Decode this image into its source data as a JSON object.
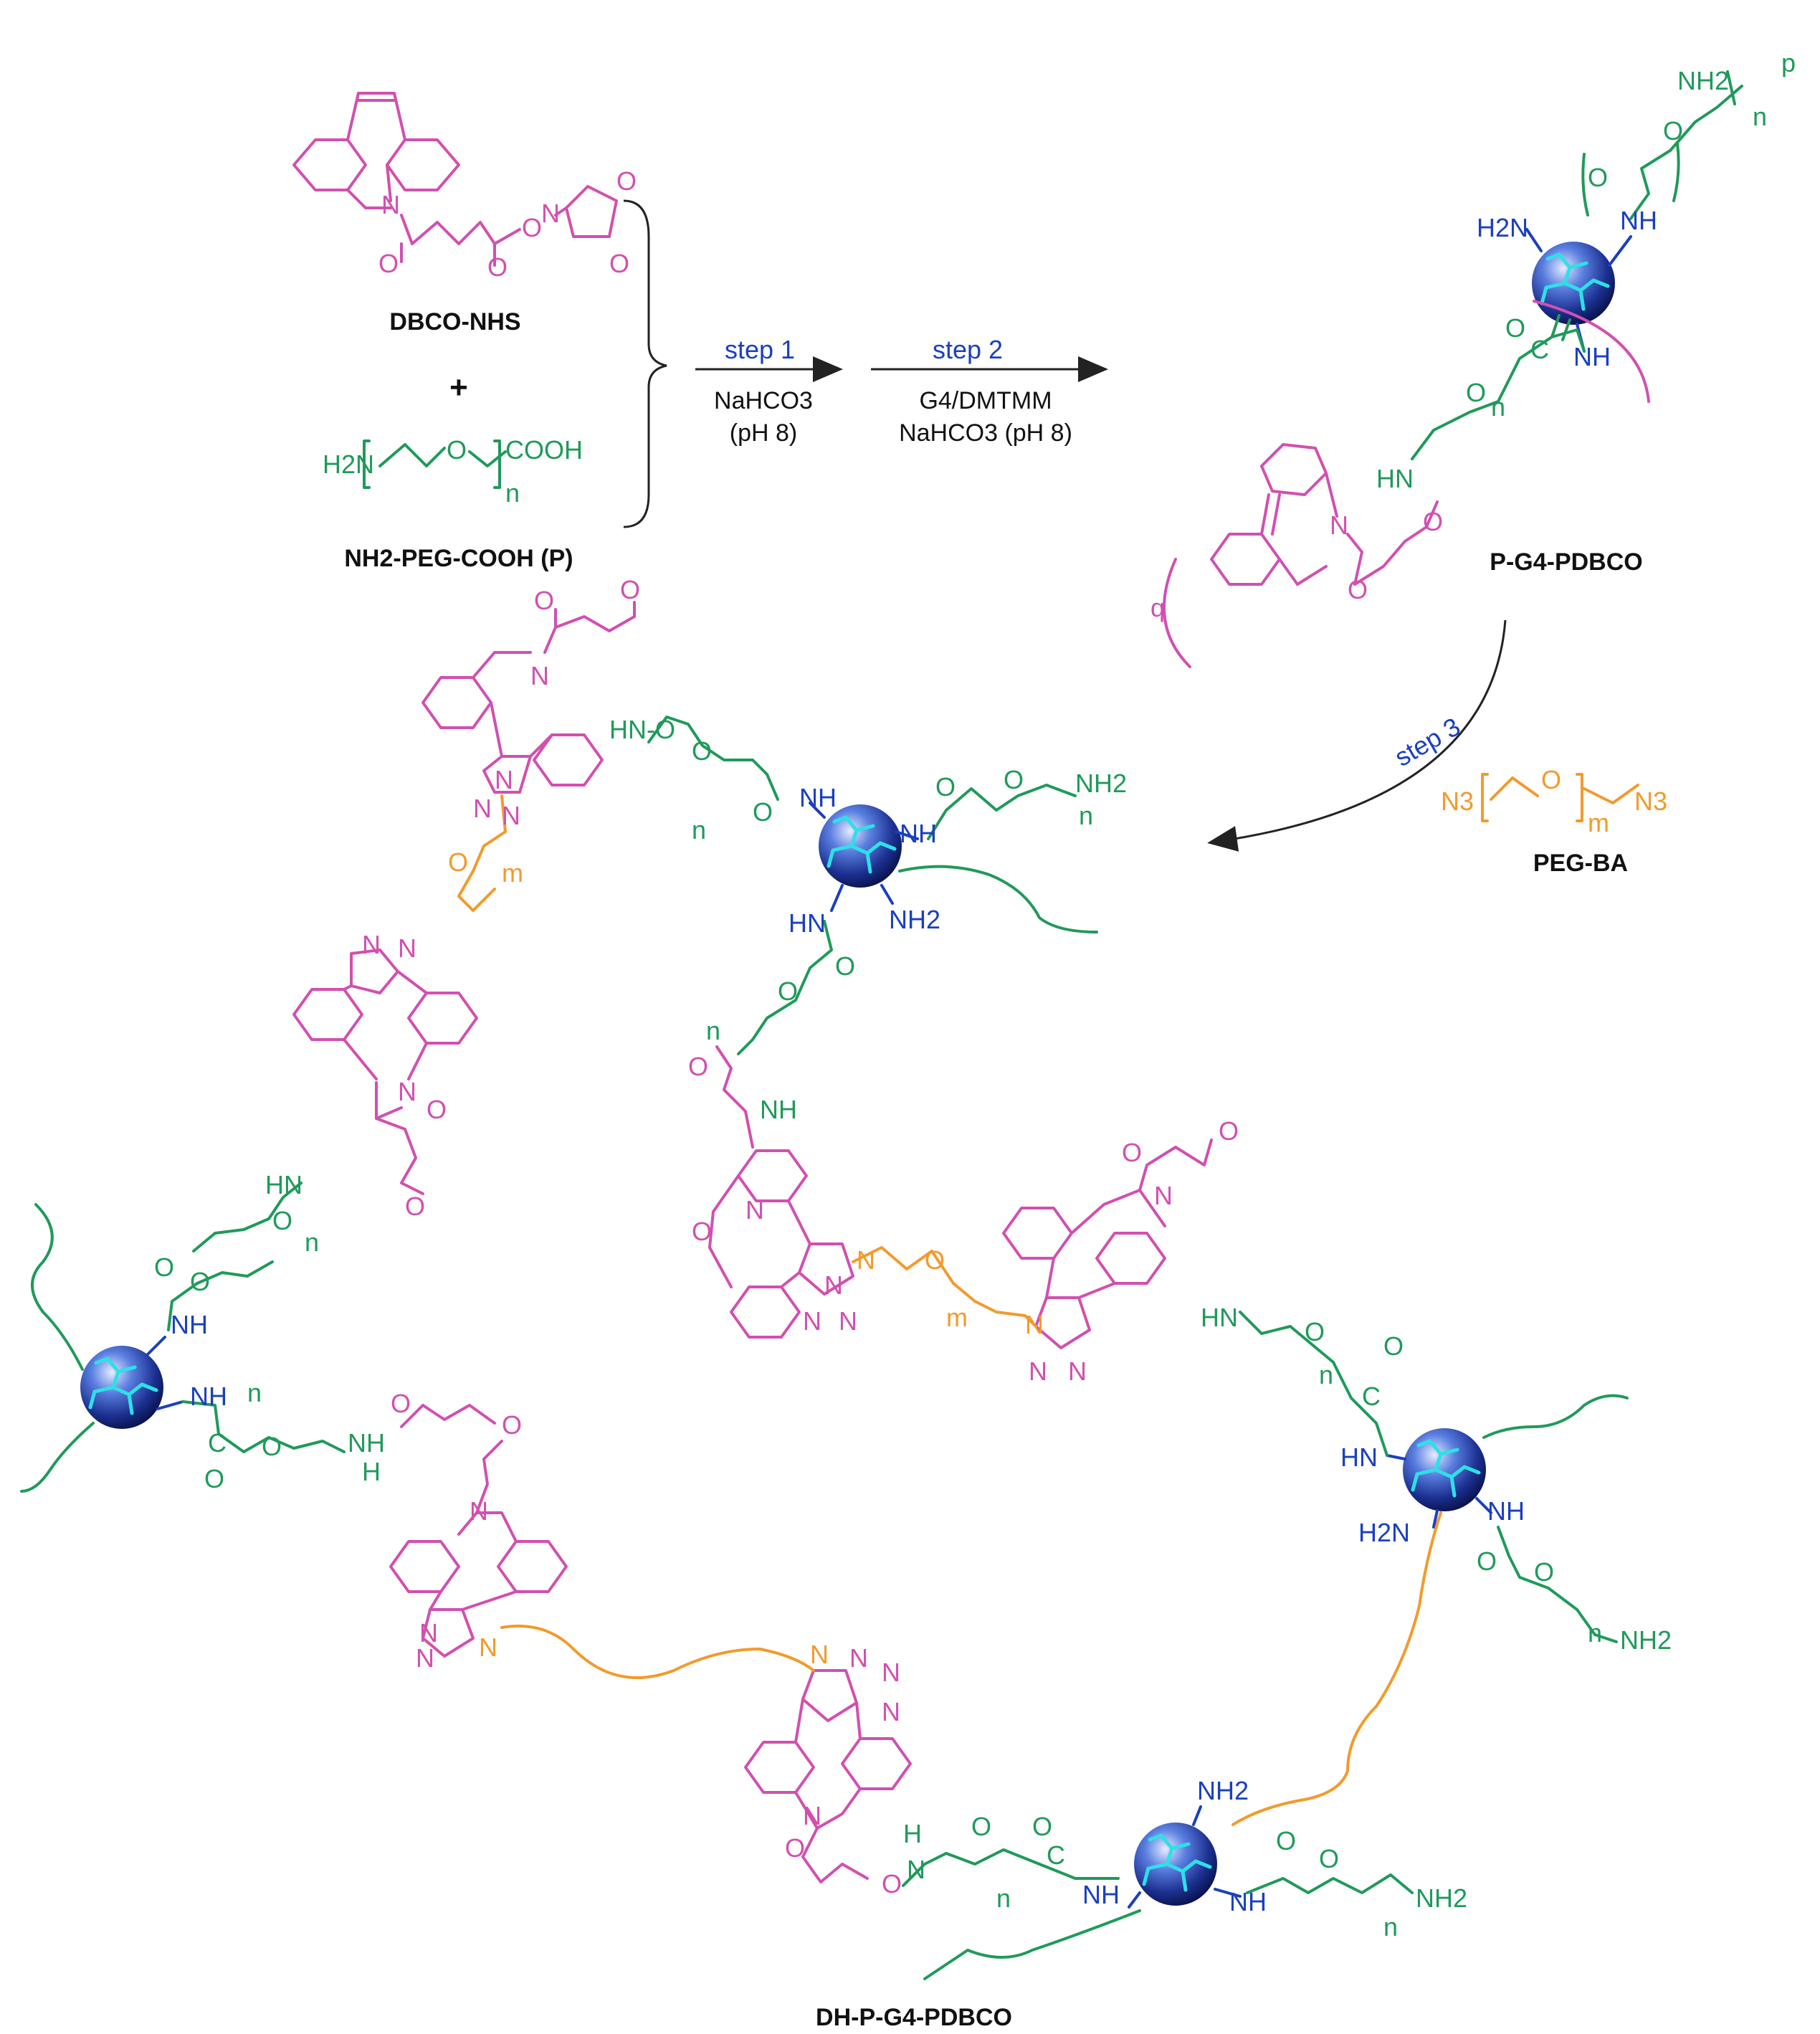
{
  "reactants": {
    "dbco_nhs": "DBCO-NHS",
    "plus": "+",
    "peg_formula_prefix": "H2N",
    "peg_formula_o": "O",
    "peg_formula_suffix": "COOH",
    "peg_formula_n": "n",
    "peg_label": "NH2-PEG-COOH (P)"
  },
  "atoms": {
    "N": "N",
    "O": "O",
    "NH": "NH",
    "HN": "HN",
    "H": "H",
    "C": "C",
    "NH2": "NH2",
    "H2N": "H2N",
    "N3": "N3",
    "n": "n",
    "m": "m",
    "p": "p",
    "HNO": "HN-O"
  },
  "steps": {
    "step1": "step 1",
    "step1_cond1": "NaHCO3",
    "step1_cond2": "(pH 8)",
    "step2": "step 2",
    "step2_cond1": "G4/DMTMM",
    "step2_cond2": "NaHCO3 (pH 8)",
    "step3": "step 3"
  },
  "products": {
    "p_g4_pdbco": "P-G4-PDBCO",
    "peg_ba": "PEG-BA",
    "dh_p_g4_pdbco": "DH-P-G4-PDBCO"
  },
  "colors": {
    "dbco": "#d24fb0",
    "peg": "#1f9a5a",
    "crosslinker": "#f39a2b",
    "dendrimer": "#1a3fc0",
    "dendrimer_inner": "#2ee0e6"
  }
}
